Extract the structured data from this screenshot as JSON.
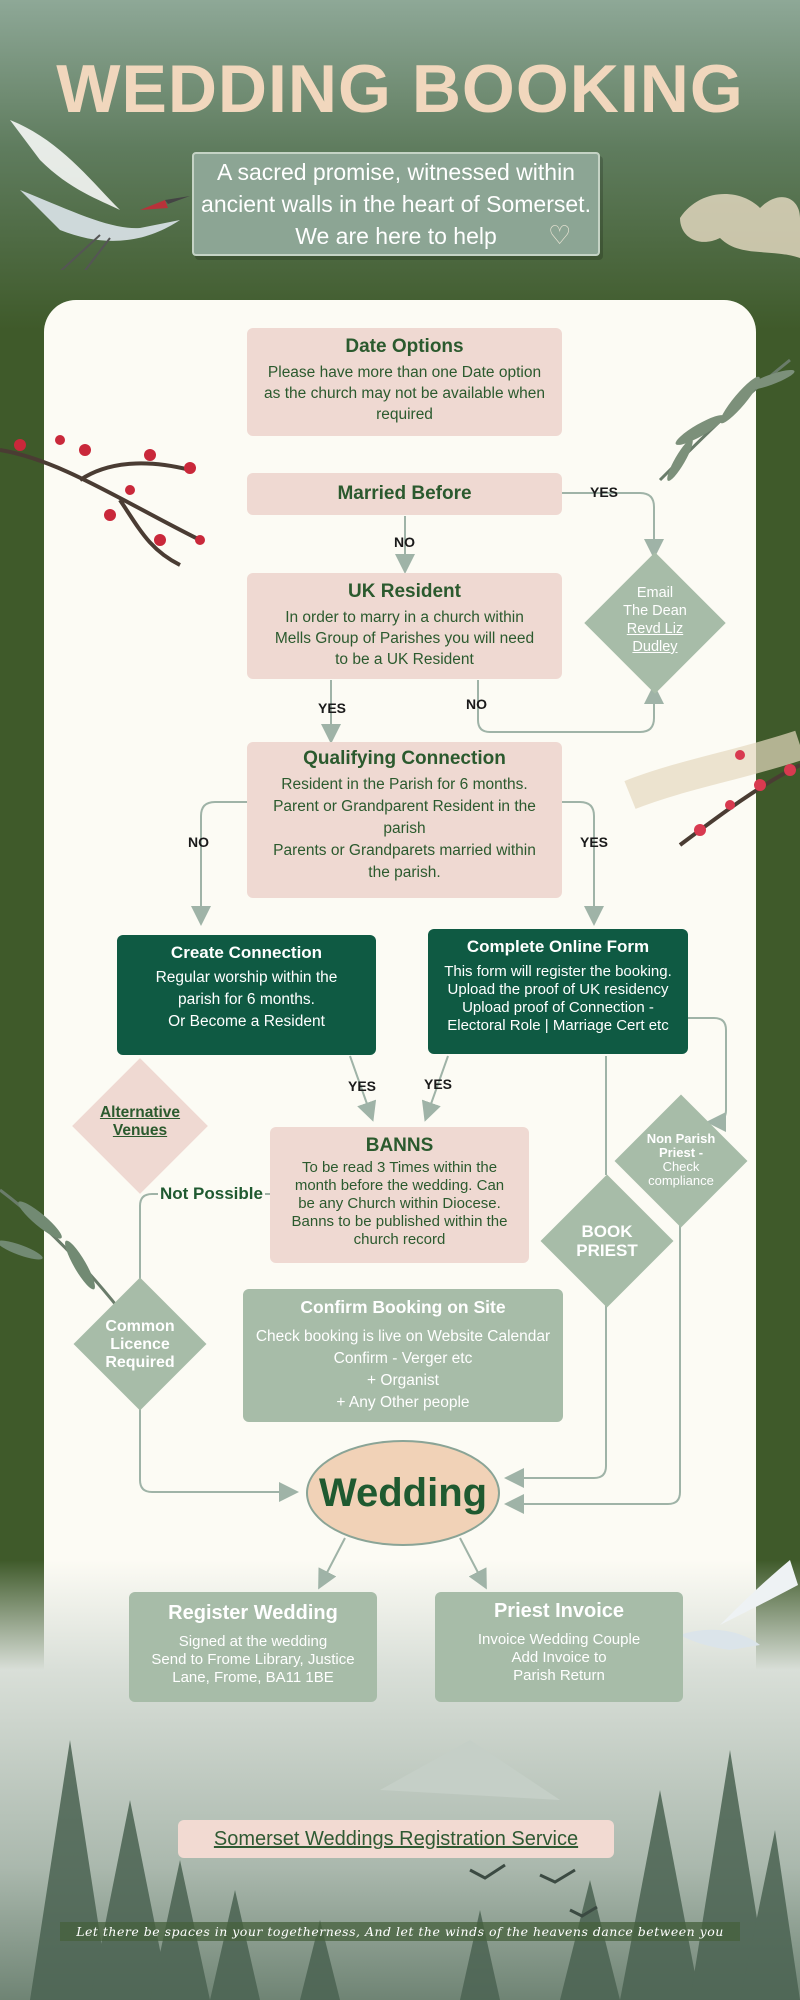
{
  "header": {
    "title": "WEDDING BOOKING",
    "tagline": [
      "A sacred promise, witnessed within",
      "ancient walls in the heart of Somerset.",
      "We are here to help"
    ]
  },
  "nodes": {
    "date_options": {
      "title": "Date Options",
      "body": [
        "Please have more than one Date option",
        "as the church may not be available when",
        "required"
      ]
    },
    "married_before": {
      "title": "Married Before"
    },
    "email_dean": {
      "lines": [
        "Email",
        "The Dean"
      ],
      "link": [
        "Revd Liz",
        "Dudley"
      ]
    },
    "uk_resident": {
      "title": "UK Resident",
      "body": [
        "In order to marry in a church within",
        "Mells Group of Parishes you will need",
        "to be a UK Resident"
      ]
    },
    "qualifying_connection": {
      "title": "Qualifying Connection",
      "body": [
        "Resident in the Parish for 6 months.",
        "Parent or Grandparent Resident in the",
        "parish",
        "Parents or Grandparets married within",
        "the parish."
      ]
    },
    "create_connection": {
      "title": "Create Connection",
      "body": [
        "Regular worship within the",
        "parish for 6 months.",
        "Or Become a Resident"
      ]
    },
    "complete_online_form": {
      "title": "Complete Online Form",
      "body": [
        "This form will register the booking.",
        "Upload the proof of UK residency",
        "Upload proof of Connection -",
        "Electoral Role | Marriage Cert etc"
      ]
    },
    "alternative_venues": {
      "lines": [
        "Alternative",
        "Venues"
      ]
    },
    "banns": {
      "title": "BANNS",
      "body": [
        "To be read 3 Times within the",
        "month before the wedding. Can",
        "be any Church within Diocese.",
        "Banns to be published within the",
        "church record"
      ]
    },
    "non_parish_priest": {
      "bold": [
        "Non Parish",
        "Priest -"
      ],
      "lines": [
        "Check",
        "compliance"
      ]
    },
    "book_priest": {
      "lines": [
        "BOOK",
        "PRIEST"
      ]
    },
    "common_licence": {
      "lines": [
        "Common",
        "Licence",
        "Required"
      ]
    },
    "confirm_booking": {
      "title": "Confirm Booking on Site",
      "body": [
        "Check booking is live on Website Calendar",
        "Confirm - Verger etc",
        "+ Organist",
        "+ Any Other people"
      ]
    },
    "wedding": {
      "title": "Wedding"
    },
    "register_wedding": {
      "title": "Register Wedding",
      "body": [
        "Signed at the wedding",
        "Send to Frome Library, Justice",
        "Lane, Frome, BA11 1BE"
      ]
    },
    "priest_invoice": {
      "title": "Priest Invoice",
      "body": [
        "Invoice Wedding Couple",
        "Add Invoice to",
        "Parish Return"
      ]
    }
  },
  "edge_labels": {
    "yes": "YES",
    "no": "NO",
    "not_possible": "Not Possible"
  },
  "footer": {
    "link": "Somerset Weddings Registration Service",
    "quote": "Let there be spaces in your togetherness, And let the winds of the heavens dance between you"
  },
  "colors": {
    "forest_green": "#3f5a2a",
    "panel_cream": "#fcfbf4",
    "pink_box": "#efd9d2",
    "dark_green_box": "#0f5a43",
    "sage": "#a7bca8",
    "title_peach": "#f1d7bd",
    "wedding_oval": "#f1d2b7"
  },
  "icons": [
    "crane-icon",
    "heart-icon",
    "blossom-branch-icon",
    "bamboo-icon",
    "pine-forest-icon",
    "mountain-icon",
    "birds-icon"
  ]
}
